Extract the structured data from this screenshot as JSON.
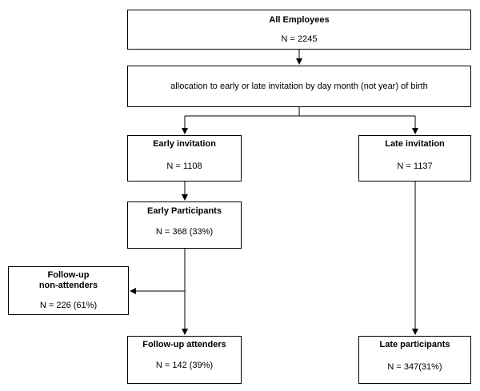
{
  "nodes": {
    "all_employees": {
      "title": "All Employees",
      "count": "N = 2245"
    },
    "allocation": {
      "text": "allocation to early or late invitation by day month (not year) of birth"
    },
    "early_invitation": {
      "title": "Early invitation",
      "count": "N = 1108"
    },
    "late_invitation": {
      "title": "Late invitation",
      "count": "N = 1137"
    },
    "early_participants": {
      "title": "Early Participants",
      "count": "N = 368 (33%)"
    },
    "followup_non_attenders": {
      "title_line1": "Follow-up",
      "title_line2": "non-attenders",
      "count": "N = 226 (61%)"
    },
    "followup_attenders": {
      "title": "Follow-up attenders",
      "count": "N = 142 (39%)"
    },
    "late_participants": {
      "title": "Late participants",
      "count": "N = 347(31%)"
    }
  }
}
